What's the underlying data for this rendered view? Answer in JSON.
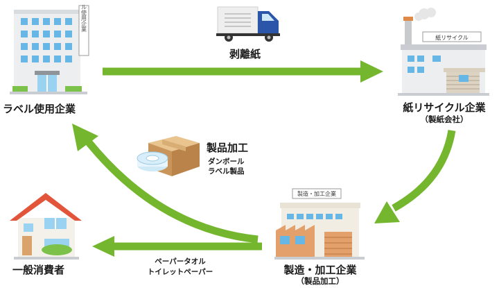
{
  "nodes": {
    "label_company": {
      "name": "ラベル使用企業",
      "sign": "ラベル使用企業"
    },
    "recycler": {
      "name": "紙リサイクル企業",
      "sub": "（製紙会社）",
      "sign": "紙リサイクル"
    },
    "manufacturer": {
      "name": "製造・加工企業",
      "sub": "（製品加工）",
      "sign": "製造・加工企業"
    },
    "consumer": {
      "name": "一般消費者"
    }
  },
  "flows": {
    "release_paper": "剥離紙",
    "processing": {
      "title": "製品加工",
      "line1": "ダンボール",
      "line2": "ラベル製品"
    },
    "towel": {
      "line1": "ペーパータオル",
      "line2": "トイレットペーパー"
    }
  },
  "colors": {
    "arrow": "#74b72e",
    "building_blue": "#67b7e6",
    "truck_blue": "#2b55a8",
    "roof_red": "#e3553a"
  }
}
